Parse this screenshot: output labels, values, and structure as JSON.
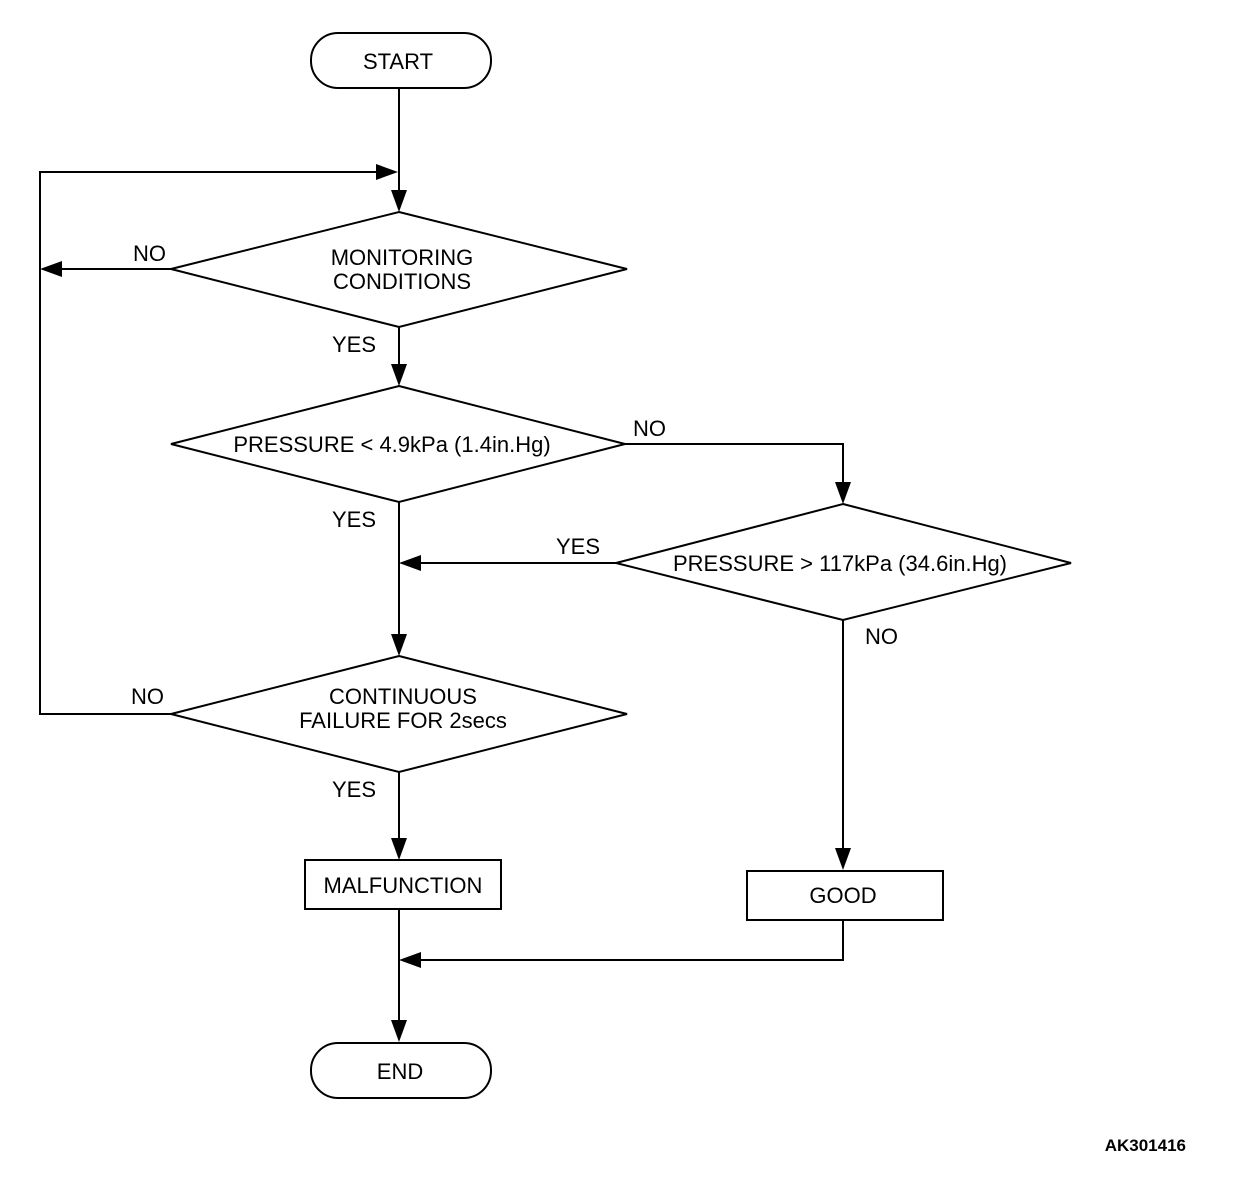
{
  "nodes": {
    "start": {
      "label": "START"
    },
    "monitoring": {
      "line1": "MONITORING",
      "line2": "CONDITIONS"
    },
    "pressure_low": {
      "label": "PRESSURE < 4.9kPa (1.4in.Hg)"
    },
    "pressure_high": {
      "label": "PRESSURE > 117kPa (34.6in.Hg)"
    },
    "continuous": {
      "line1": "CONTINUOUS",
      "line2": "FAILURE FOR 2secs"
    },
    "malfunction": {
      "label": "MALFUNCTION"
    },
    "good": {
      "label": "GOOD"
    },
    "end": {
      "label": "END"
    }
  },
  "edges": {
    "monitoring_no": "NO",
    "monitoring_yes": "YES",
    "pressure_low_no": "NO",
    "pressure_low_yes": "YES",
    "pressure_high_yes": "YES",
    "pressure_high_no": "NO",
    "continuous_no": "NO",
    "continuous_yes": "YES"
  },
  "figure_id": "AK301416"
}
